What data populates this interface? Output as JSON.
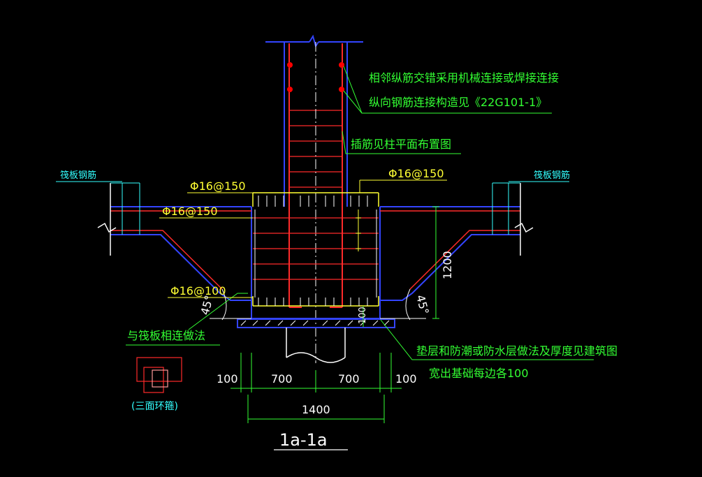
{
  "title": "1a-1a",
  "colors": {
    "background": "#000000",
    "rebar": "#ff2a2a",
    "concrete": "#3344ff",
    "annotation": "#33ff33",
    "dimension": "#ffffff",
    "rebar_label": "#ffff33",
    "raft_label": "#33ffff"
  },
  "notes": {
    "splice_line1": "相邻纵筋交错采用机械连接或焊接连接",
    "splice_line2": "纵向钢筋连接构造见《22G101-1》",
    "dowel": "插筋见柱平面布置图",
    "raft_left": "筏板钢筋",
    "raft_right": "筏板钢筋",
    "raft_joint": "与筏板相连做法",
    "cushion_line1": "垫层和防潮或防水层做法及厚度见建筑图",
    "cushion_line2": "宽出基础每边各100",
    "tie_legend": "(三面环箍)"
  },
  "rebar_labels": {
    "top_left": "Φ16@150",
    "top_right": "Φ16@150",
    "mid_left": "Φ16@150",
    "bottom_left": "Φ16@100"
  },
  "dimensions": {
    "left_offset": "100",
    "left_half": "700",
    "right_half": "700",
    "right_offset": "100",
    "total_width": "1400",
    "depth": "1200",
    "cushion": "100",
    "angle_left": "45°",
    "angle_right": "45°"
  }
}
